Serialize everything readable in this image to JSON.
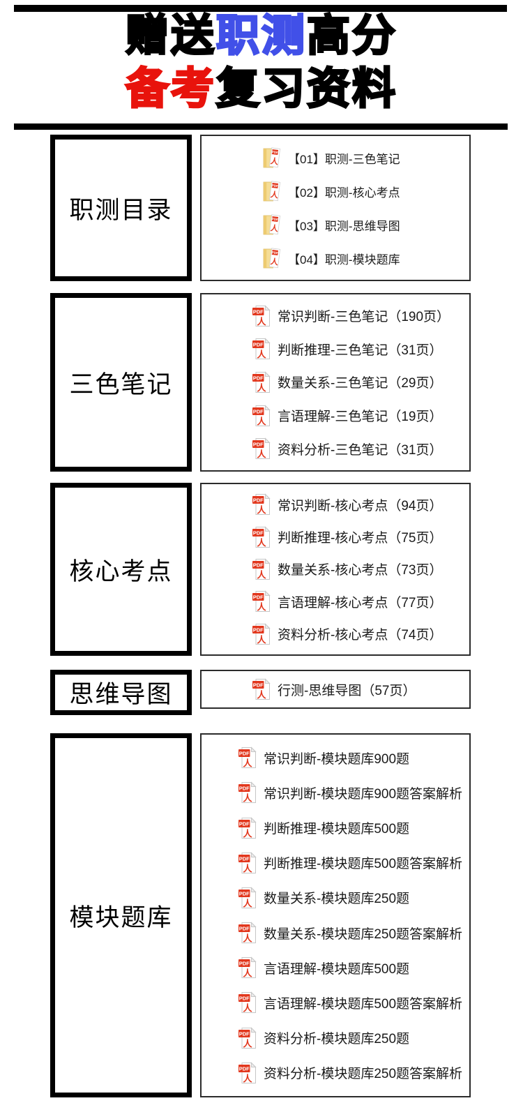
{
  "title": {
    "line1": [
      {
        "text": "赠送",
        "color": "black"
      },
      {
        "text": "职测",
        "color": "blue"
      },
      {
        "text": "高分",
        "color": "black"
      }
    ],
    "line2": [
      {
        "text": "备考",
        "color": "red"
      },
      {
        "text": "复习资料",
        "color": "black"
      }
    ]
  },
  "colors": {
    "black": "#000000",
    "blue": "#4150E8",
    "red": "#E8130C",
    "pdf_red": "#E2371D",
    "folder_yellow": "#F5DD96",
    "folder_yellow_dark": "#EDCB70"
  },
  "icons": {
    "pdf_badge_label": "PDF",
    "pdf_glyph": "人"
  },
  "sections": [
    {
      "label": "职测目录",
      "icon": "folder-pdf",
      "items": [
        "【01】职测-三色笔记",
        "【02】职测-核心考点",
        "【03】职测-思维导图",
        "【04】职测-模块题库"
      ]
    },
    {
      "label": "三色笔记",
      "icon": "pdf",
      "items": [
        "常识判断-三色笔记（190页）",
        "判断推理-三色笔记（31页）",
        "数量关系-三色笔记（29页）",
        "言语理解-三色笔记（19页）",
        "资料分析-三色笔记（31页）"
      ]
    },
    {
      "label": "核心考点",
      "icon": "pdf",
      "items": [
        "常识判断-核心考点（94页）",
        "判断推理-核心考点（75页）",
        "数量关系-核心考点（73页）",
        "言语理解-核心考点（77页）",
        "资料分析-核心考点（74页）"
      ]
    },
    {
      "label": "思维导图",
      "icon": "pdf",
      "items": [
        "行测-思维导图（57页）"
      ]
    },
    {
      "label": "模块题库",
      "icon": "pdf",
      "items": [
        "常识判断-模块题库900题",
        "常识判断-模块题库900题答案解析",
        "判断推理-模块题库500题",
        "判断推理-模块题库500题答案解析",
        "数量关系-模块题库250题",
        "数量关系-模块题库250题答案解析",
        "言语理解-模块题库500题",
        "言语理解-模块题库500题答案解析",
        "资料分析-模块题库250题",
        "资料分析-模块题库250题答案解析"
      ]
    }
  ]
}
